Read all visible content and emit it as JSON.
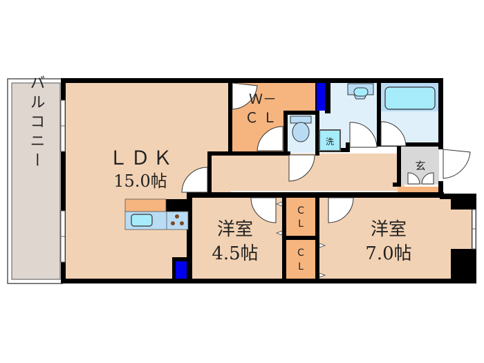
{
  "floor_plan": {
    "colors": {
      "wall": "#000000",
      "room_floor": "#f2d2b4",
      "closet": "#f6b47f",
      "balcony": "#e0d6d0",
      "wet_area": "#dff0fb",
      "fixture_blue": "#b9dcf5",
      "fixture_cyan": "#a6ecfb",
      "entrance": "#d8d8d8",
      "shaft_blue": "#0000ee",
      "door_white": "#ffffff"
    },
    "rooms": {
      "balcony": {
        "label": "バルコニー"
      },
      "ldk": {
        "label": "ＬＤＫ",
        "size": "15.0帖"
      },
      "wcl": {
        "label_line1": "Ｗ－",
        "label_line2": "ＣＬ"
      },
      "western1": {
        "label": "洋室",
        "size": "4.5帖"
      },
      "western2": {
        "label": "洋室",
        "size": "7.0帖"
      },
      "closet1": {
        "label_line1": "C",
        "label_line2": "L"
      },
      "closet2": {
        "label_line1": "C",
        "label_line2": "L"
      },
      "entrance": {
        "label": "玄"
      },
      "washer": {
        "label": "洗"
      }
    }
  }
}
